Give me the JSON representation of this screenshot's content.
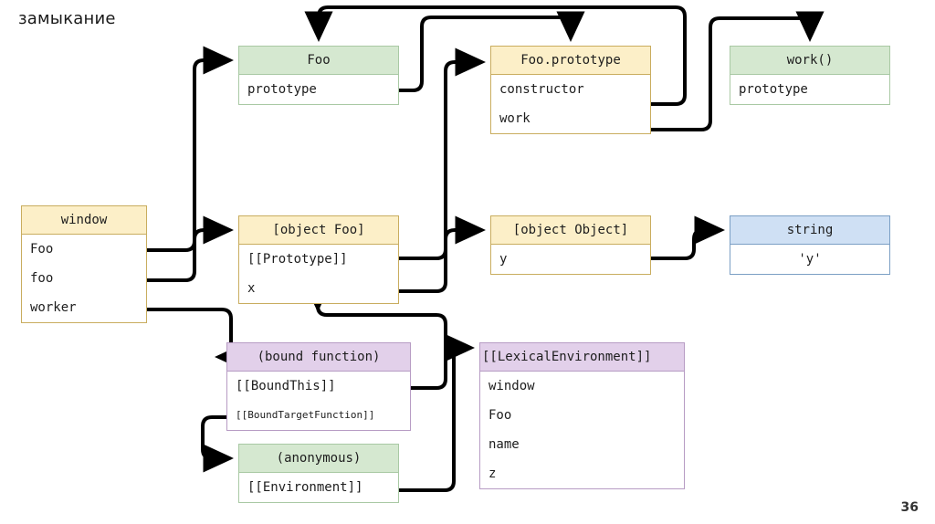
{
  "slide": {
    "title": "замыкание",
    "page_number": "36"
  },
  "colors": {
    "yellow_header": "#fcefc8",
    "yellow_border": "#c9ad5f",
    "green_header": "#d5e8d0",
    "green_border": "#a9c9a4",
    "blue_header": "#cfe0f4",
    "blue_border": "#7b9fc4",
    "purple_header": "#e2d0ea",
    "purple_border": "#b79cc4",
    "wire": "#000000",
    "background": "#ffffff"
  },
  "diagram": {
    "type": "object-graph",
    "boxes": [
      {
        "id": "foo-ctor",
        "title": "Foo",
        "palette": "green",
        "rows": [
          "prototype"
        ]
      },
      {
        "id": "foo-prototype",
        "title": "Foo.prototype",
        "palette": "yellow",
        "rows": [
          "constructor",
          "work"
        ]
      },
      {
        "id": "work-fn",
        "title": "work()",
        "palette": "green",
        "rows": [
          "prototype"
        ]
      },
      {
        "id": "window",
        "title": "window",
        "palette": "yellow",
        "rows": [
          "Foo",
          "foo",
          "worker"
        ]
      },
      {
        "id": "object-foo",
        "title": "[object Foo]",
        "palette": "yellow",
        "rows": [
          "[[Prototype]]",
          "x"
        ]
      },
      {
        "id": "object-object",
        "title": "[object Object]",
        "palette": "yellow",
        "rows": [
          "y"
        ]
      },
      {
        "id": "string",
        "title": "string",
        "palette": "blue",
        "rows": [
          "'y'"
        ]
      },
      {
        "id": "bound-function",
        "title": "(bound function)",
        "palette": "purple",
        "rows": [
          "[[BoundThis]]",
          "[[BoundTargetFunction]]"
        ]
      },
      {
        "id": "anonymous",
        "title": "(anonymous)",
        "palette": "green",
        "rows": [
          "[[Environment]]"
        ]
      },
      {
        "id": "lexical-environment",
        "title": "[[LexicalEnvironment]]",
        "palette": "purple",
        "rows": [
          "window",
          "Foo",
          "name",
          "z"
        ]
      }
    ],
    "edges": [
      {
        "from": "window.Foo",
        "to": "foo-ctor"
      },
      {
        "from": "window.foo",
        "to": "object-foo"
      },
      {
        "from": "window.worker",
        "to": "bound-function"
      },
      {
        "from": "foo-ctor.prototype",
        "to": "foo-prototype"
      },
      {
        "from": "foo-prototype.constructor",
        "to": "foo-ctor"
      },
      {
        "from": "foo-prototype.work",
        "to": "work-fn"
      },
      {
        "from": "object-foo.[[Prototype]]",
        "to": "foo-prototype"
      },
      {
        "from": "object-foo.x",
        "to": "object-object"
      },
      {
        "from": "object-object.y",
        "to": "string"
      },
      {
        "from": "bound-function.[[BoundThis]]",
        "to": "object-foo"
      },
      {
        "from": "bound-function.[[BoundTargetFunction]]",
        "to": "anonymous"
      },
      {
        "from": "anonymous.[[Environment]]",
        "to": "lexical-environment"
      }
    ]
  }
}
